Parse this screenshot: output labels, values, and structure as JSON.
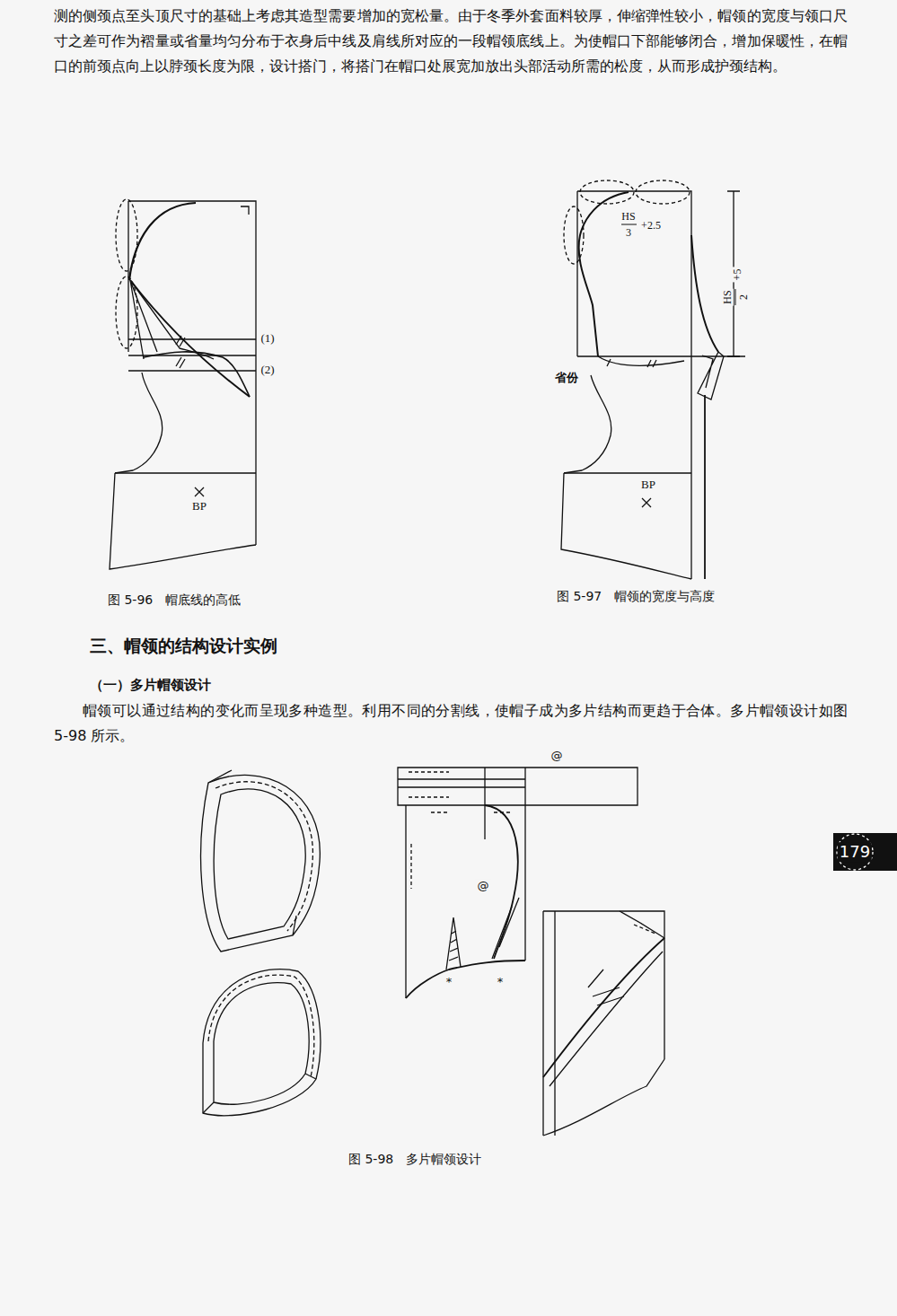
{
  "diagram": {
    "title": "三、帽领的结构设计实例",
    "labels": [
      "测的侧颈点至头顶尺寸的基础上考虑其造型需要增加的宽松量。由于冬季外套面料较厚，伸缩弹性较小，帽领的宽度与领口尺寸之差可作为褶量或省量均匀分布于衣身后中线及肩线所对应的一段帽领底线上。为使帽口下部能够闭合，增加保暖性，在帽口的前颈点向上以脖颈长度为限，设计搭门，将搭门在帽口处展宽加放出头部活动所需的松度，从而形成护颈结构。",
      "(1)",
      "(2)",
      "BP",
      "图 5-96　帽底线的高低",
      "HS",
      "3",
      "+2.5",
      "HS",
      "2",
      "+5",
      "省份",
      "BP",
      "图 5-97　帽领的宽度与高度",
      "（一）多片帽领设计",
      "帽领可以通过结构的变化而呈现多种造型。利用不同的分割线，使帽子成为多片结构而更趋于合体。多片帽领设计如图 5-98 所示。",
      "@",
      "@",
      "*",
      "*",
      "图 5-98　多片帽领设计",
      "179"
    ]
  }
}
